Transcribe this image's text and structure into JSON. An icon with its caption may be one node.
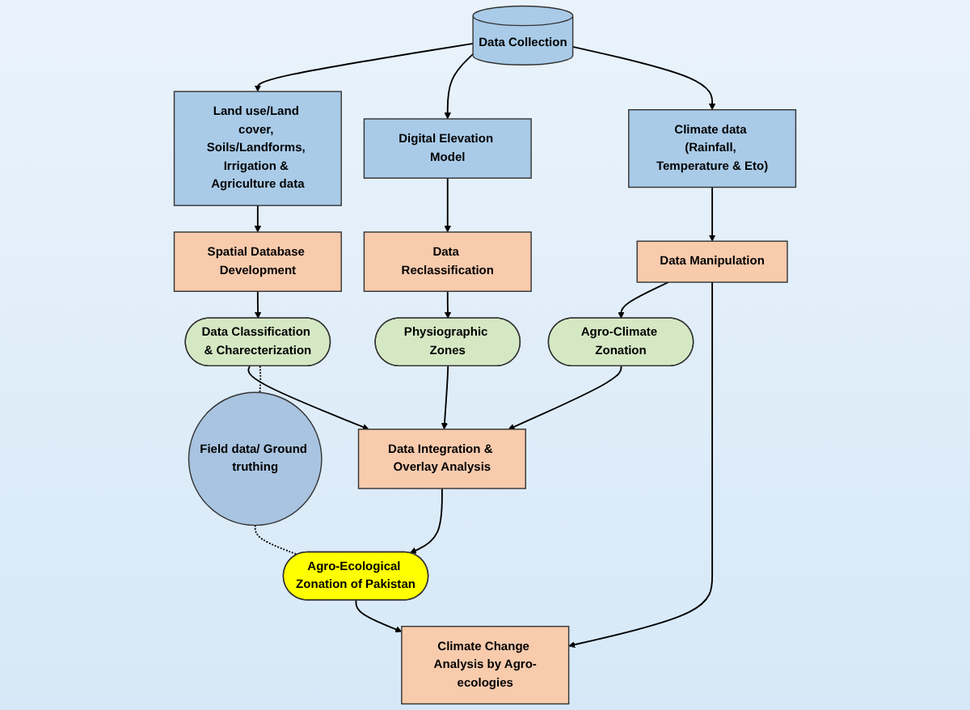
{
  "diagram": {
    "nodes": [
      {
        "text": [
          "Data Collection"
        ]
      },
      {
        "text": [
          "Land use/Land cover, Soils/Landforms, Irrigation & Agriculture data"
        ]
      },
      {
        "text": [
          "Digital Elevation Model"
        ]
      },
      {
        "text": [
          "Climate data (Rainfall, Temperature & Eto)"
        ]
      },
      {
        "text": [
          "Spatial Database Development"
        ]
      },
      {
        "text": [
          "Data Reclassification"
        ]
      },
      {
        "text": [
          "Data Manipulation"
        ]
      },
      {
        "text": [
          "Data Classification & Charecterization"
        ]
      },
      {
        "text": [
          "Physiographic Zones"
        ]
      },
      {
        "text": [
          "Agro-Climate Zonation"
        ]
      },
      {
        "text": [
          "Data Integration & Overlay Analysis"
        ]
      },
      {
        "text": [
          "Field data/ Ground truthing"
        ]
      },
      {
        "text": [
          "Agro-Ecological Zonation of Pakistan"
        ]
      },
      {
        "text": [
          "Climate Change Analysis by Agro-ecologies"
        ]
      }
    ],
    "edges": [
      {
        "from": 0,
        "to": 1,
        "arrow": "to"
      },
      {
        "from": 0,
        "to": 2,
        "arrow": "to"
      },
      {
        "from": 0,
        "to": 3,
        "arrow": "to"
      },
      {
        "from": 1,
        "to": 4,
        "arrow": "to"
      },
      {
        "from": 2,
        "to": 5,
        "arrow": "to"
      },
      {
        "from": 3,
        "to": 6,
        "arrow": "to"
      },
      {
        "from": 4,
        "to": 7,
        "arrow": "to"
      },
      {
        "from": 5,
        "to": 8,
        "arrow": "to"
      },
      {
        "from": 6,
        "to": 9,
        "arrow": "to"
      },
      {
        "from": 7,
        "to": 10,
        "arrow": "to"
      },
      {
        "from": 8,
        "to": 10,
        "arrow": "to"
      },
      {
        "from": 9,
        "to": 10,
        "arrow": "to"
      },
      {
        "from": 6,
        "to": 13,
        "arrow": "to"
      },
      {
        "from": 10,
        "to": 12,
        "arrow": "to"
      },
      {
        "from": 12,
        "to": 13,
        "arrow": "to"
      },
      {
        "from": 7,
        "to": 11,
        "arrow": "none",
        "style": "dashed"
      },
      {
        "from": 11,
        "to": 12,
        "arrow": "none",
        "style": "dashed"
      }
    ]
  }
}
